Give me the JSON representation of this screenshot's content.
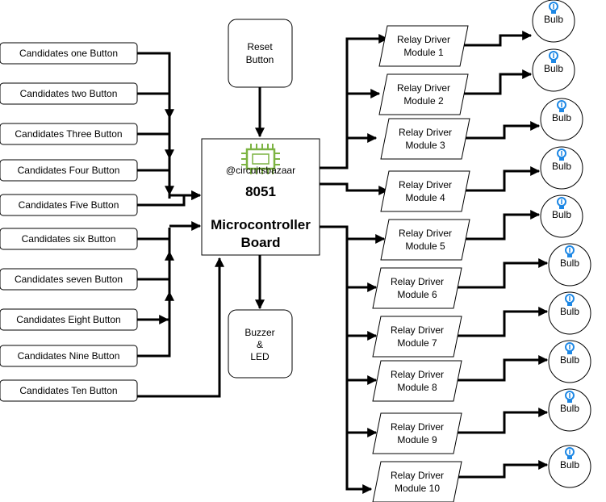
{
  "candidates": [
    "Candidates one Button",
    "Candidates two Button",
    "Candidates Three Button",
    "Candidates Four Button",
    "Candidates Five Button",
    "Candidates six Button",
    "Candidates seven Button",
    "Candidates Eight Button",
    "Candidates Nine Button",
    "Candidates Ten Button"
  ],
  "reset": {
    "line1": "Reset",
    "line2": "Button"
  },
  "buzzer": {
    "line1": "Buzzer",
    "line2": "&",
    "line3": "LED"
  },
  "mcu": {
    "brand": "@circuitsbazaar",
    "line1": "8051",
    "line2": "Microcontroller",
    "line3": "Board"
  },
  "relays": [
    {
      "line1": "Relay Driver",
      "line2": "Module 1"
    },
    {
      "line1": "Relay Driver",
      "line2": "Module 2"
    },
    {
      "line1": "Relay Driver",
      "line2": "Module 3"
    },
    {
      "line1": "Relay Driver",
      "line2": "Module 4"
    },
    {
      "line1": "Relay Driver",
      "line2": "Module 5"
    },
    {
      "line1": "Relay Driver",
      "line2": "Module 6"
    },
    {
      "line1": "Relay Driver",
      "line2": "Module 7"
    },
    {
      "line1": "Relay Driver",
      "line2": "Module 8"
    },
    {
      "line1": "Relay Driver",
      "line2": "Module 9"
    },
    {
      "line1": "Relay Driver",
      "line2": "Module 10"
    }
  ],
  "bulb_label": "Bulb",
  "icons": {
    "chip": "chip-icon",
    "bulb": "lightbulb-icon"
  },
  "colors": {
    "chip": "#7cb342",
    "bulb": "#1e88e5",
    "stroke": "#000000"
  }
}
